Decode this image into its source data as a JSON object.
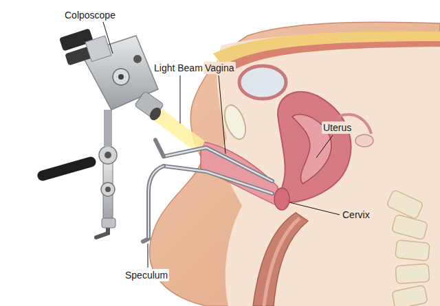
{
  "diagram": {
    "labels": [
      "Colposcope",
      "Light Beam",
      "Vagina",
      "Uterus",
      "Cervix",
      "Speculum"
    ]
  }
}
